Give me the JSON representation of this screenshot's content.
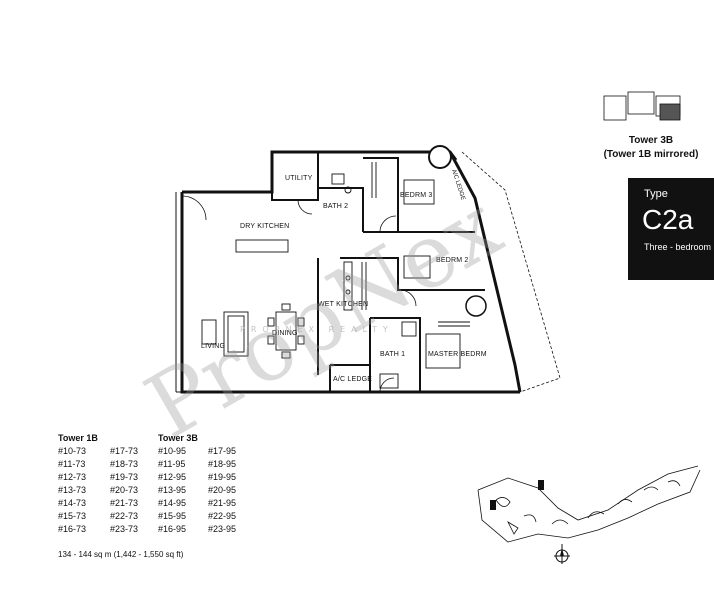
{
  "plan": {
    "rooms": {
      "utility": "UTILITY",
      "bath2": "BATH 2",
      "bedrm3": "BEDRM 3",
      "ac_ledge_top": "A/C LEDGE",
      "dry_kitchen": "DRY KITCHEN",
      "bedrm2": "BEDRM 2",
      "wet_kitchen": "WET KITCHEN",
      "dining": "DINING",
      "living": "LIVING",
      "bath1": "BATH 1",
      "master_bedrm": "MASTER BEDRM",
      "ac_ledge_bottom": "A/C LEDGE"
    },
    "watermark": "PropNex",
    "watermark_small": "PROPNEX REALTY"
  },
  "header": {
    "tower_caption_line1": "Tower 3B",
    "tower_caption_line2": "(Tower 1B mirrored)"
  },
  "type_box": {
    "label": "Type",
    "code": "C2a",
    "description": "Three - bedroom"
  },
  "units": {
    "tower1b": {
      "title": "Tower 1B",
      "col1": [
        "#10-73",
        "#11-73",
        "#12-73",
        "#13-73",
        "#14-73",
        "#15-73",
        "#16-73"
      ],
      "col2": [
        "#17-73",
        "#18-73",
        "#19-73",
        "#20-73",
        "#21-73",
        "#22-73",
        "#23-73"
      ]
    },
    "tower3b": {
      "title": "Tower 3B",
      "col1": [
        "#10-95",
        "#11-95",
        "#12-95",
        "#13-95",
        "#14-95",
        "#15-95",
        "#16-95"
      ],
      "col2": [
        "#17-95",
        "#18-95",
        "#19-95",
        "#20-95",
        "#21-95",
        "#22-95",
        "#23-95"
      ]
    }
  },
  "area_note": "134 - 144 sq m (1,442 - 1,550 sq ft)",
  "colors": {
    "ink": "#111111",
    "type_box_bg": "#111111",
    "watermark": "#9a9a9a"
  }
}
